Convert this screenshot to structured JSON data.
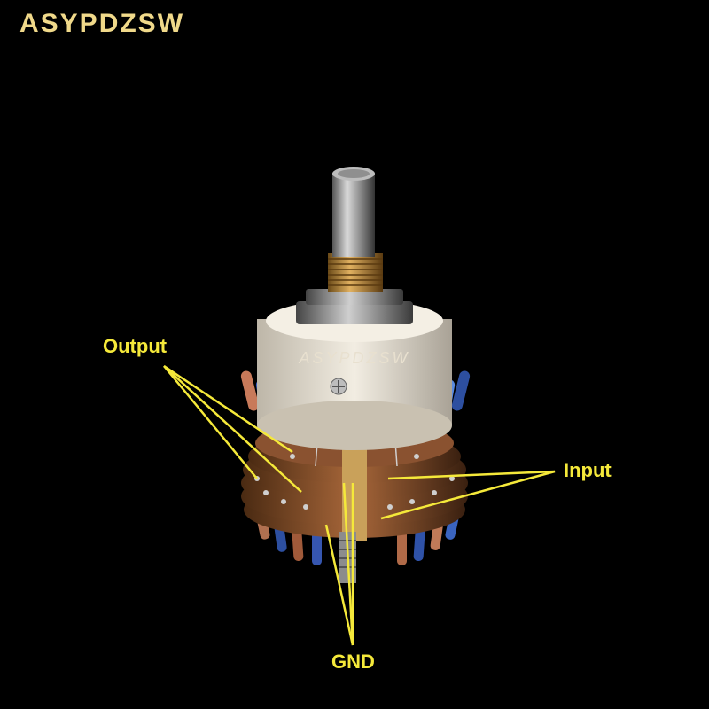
{
  "watermark": "ASYPDZSW",
  "knob_text": "ASYPDZSW",
  "labels": {
    "output": "Output",
    "input": "Input",
    "gnd": "GND"
  },
  "colors": {
    "background": "#000000",
    "watermark": "#f0d98a",
    "callout": "#f5e93a"
  },
  "subject": "stepped-attenuator-rotary-switch"
}
